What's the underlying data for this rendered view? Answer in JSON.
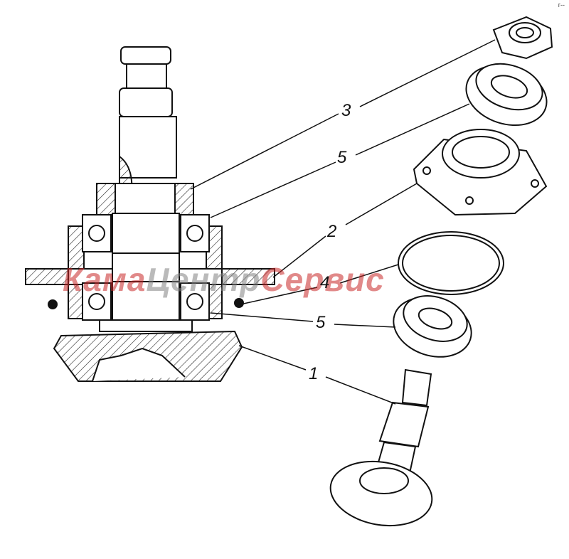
{
  "diagram": {
    "callouts": [
      {
        "id": "c3",
        "label": "3"
      },
      {
        "id": "c5a",
        "label": "5"
      },
      {
        "id": "c2",
        "label": "2"
      },
      {
        "id": "c4",
        "label": "4"
      },
      {
        "id": "c5b",
        "label": "5"
      },
      {
        "id": "c1",
        "label": "1"
      }
    ],
    "watermark": {
      "part1": "Кама",
      "part2": "Центр",
      "part3": "Сервис",
      "colors": {
        "red": "#c82828",
        "gray": "#828282"
      }
    },
    "corner_mark": "г--"
  }
}
